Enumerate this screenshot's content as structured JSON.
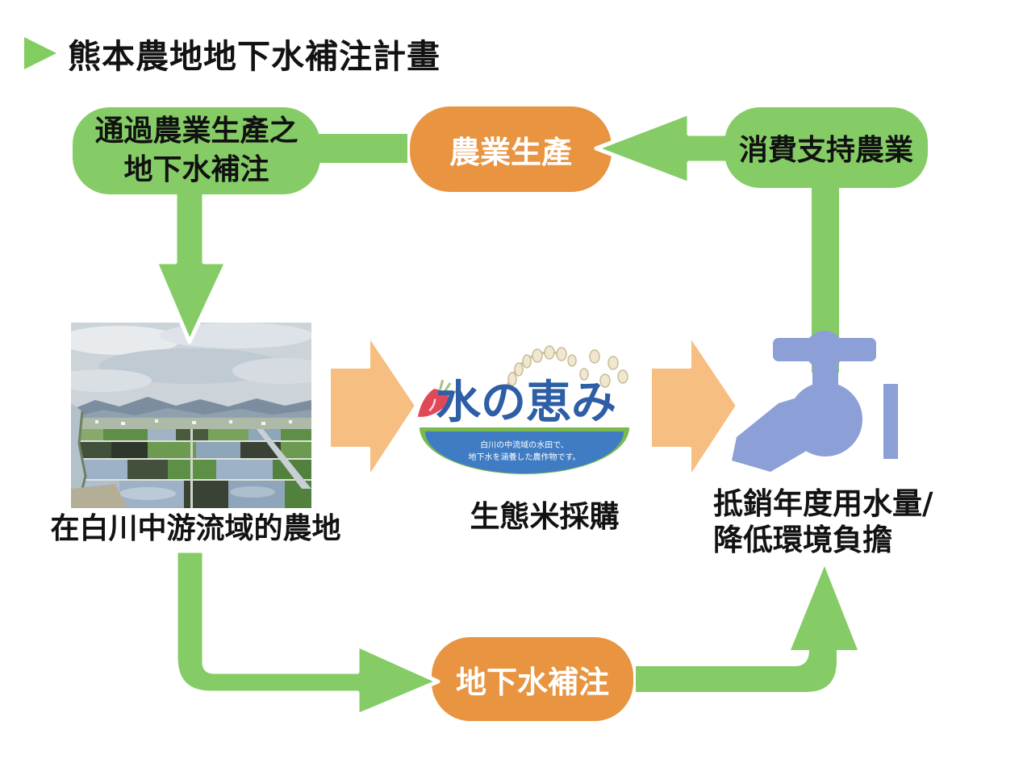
{
  "title": {
    "bullet_icon": "green-right-triangle",
    "text": "熊本農地地下水補注計畫"
  },
  "nodes": {
    "recharge_via_agriculture": {
      "line1": "通過農業生產之",
      "line2": "地下水補注"
    },
    "agricultural_production": {
      "label": "農業生產"
    },
    "consumption_supports_agriculture": {
      "label": "消費支持農業"
    },
    "groundwater_recharge": {
      "label": "地下水補注"
    }
  },
  "captions": {
    "farmland": "在白川中游流域的農地",
    "rice_purchase": "生態米採購",
    "offset_line1": "抵銷年度用水量/",
    "offset_line2": "降低環境負擔"
  },
  "logo": {
    "main_text": "水の恵み",
    "sub_line1": "白川の中流域の水田で、",
    "sub_line2": "地下水を涵養した農作物です。"
  },
  "icons": {
    "faucet": "faucet-icon",
    "photo": "farmland-aerial-photo",
    "title_bullet": "green-right-triangle-icon"
  },
  "edges": [
    {
      "from": "recharge_via_agriculture",
      "to": "agricultural_production",
      "style": "green-connector"
    },
    {
      "from": "consumption_supports_agriculture",
      "to": "agricultural_production",
      "style": "green-left-arrow"
    },
    {
      "from": "recharge_via_agriculture",
      "to": "farmland_photo",
      "style": "green-down-arrow"
    },
    {
      "from": "farmland_photo",
      "to": "rice_logo",
      "style": "orange-right-arrow"
    },
    {
      "from": "rice_logo",
      "to": "faucet",
      "style": "orange-right-arrow"
    },
    {
      "from": "faucet",
      "to": "consumption_supports_agriculture",
      "style": "green-connector-up"
    },
    {
      "from": "farmland_photo",
      "to": "groundwater_recharge",
      "style": "green-elbow-right-arrow"
    },
    {
      "from": "groundwater_recharge",
      "to": "water_offset_caption",
      "style": "green-elbow-up-arrow"
    }
  ],
  "colors": {
    "green": "#85cc66",
    "orange": "#e89440",
    "light_orange_arrow": "#f7be81",
    "faucet_blue": "#8c9fd6",
    "text_black": "#121212",
    "logo_text_blue": "#2e5ea6",
    "logo_band_green": "#79b94e",
    "logo_band_blue": "#3f7cc4",
    "carrot_red": "#e04858"
  }
}
